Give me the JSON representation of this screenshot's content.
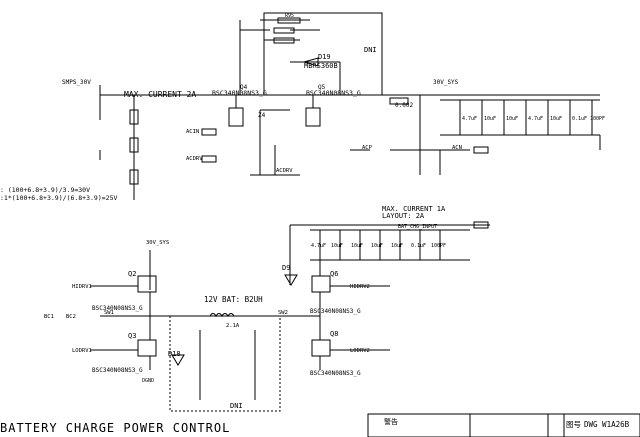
{
  "labels": {
    "top_ref": "R95",
    "dni_top": "DNI",
    "d19": "D19",
    "d19_part": "MBRS360B",
    "smps": "SMPS_30V",
    "max_current_2a": "MAX. CURRENT 2A",
    "q4": "Q4",
    "q4_part": "BSC340N08NS3_G",
    "q5": "Q5",
    "q5_part": "BSC340N08NS3_G",
    "z4": "Z4",
    "r_sense": "0.002",
    "vsys_top": "30V_SYS",
    "acin_label": "ACIN",
    "acdrv": "ACDRV",
    "acp": "ACP",
    "acn": "ACN",
    "eq1": ": (100+6.8+3.9)/3.9=30V",
    "eq2": ":1*(100+6.8+3.9)/(6.8+3.9)=25V",
    "max_current_1a": "MAX. CURRENT 1A",
    "layout_2a": "LAYOUT: 2A",
    "bat_drv": "BAT_CHG_INPUT",
    "vsys_mid": "30V_SYS",
    "q2": "Q2",
    "q2_part": "BSC340N08NS3_G",
    "q3": "Q3",
    "q3_part": "BSC340N08NS3_G",
    "q6": "Q6",
    "q6_part": "BSC340N08NS3_G",
    "q8": "Q8",
    "q8_part": "BSC340N08NS3_G",
    "d9": "D9",
    "d18": "D18",
    "bat_label": "12V BAT: B2UH",
    "l_value": "2.1A",
    "dni_bottom": "DNI",
    "hidrv1": "HIDRV1",
    "lodrv1": "LODRV1",
    "hidrv2": "HIDRV2",
    "lodrv2": "LODRV2",
    "sw1": "SW1",
    "sw2": "SW2",
    "bc1": "BC1",
    "bc2": "BC2",
    "gdnd": "DGND",
    "title": "BATTERY CHARGE POWER CONTROL",
    "tb_warn": "警告",
    "tb_doc_label": "图号",
    "tb_doc_value": "DWG W1A26B"
  },
  "caps_top": [
    "4.7uF",
    "10uF",
    "10uF",
    "4.7uF",
    "10uF",
    "0.1uF",
    "100PF"
  ],
  "caps_mid": [
    "4.7uF",
    "10uF",
    "10uF",
    "10uF",
    "10uF",
    "0.1uF",
    "100PF"
  ]
}
